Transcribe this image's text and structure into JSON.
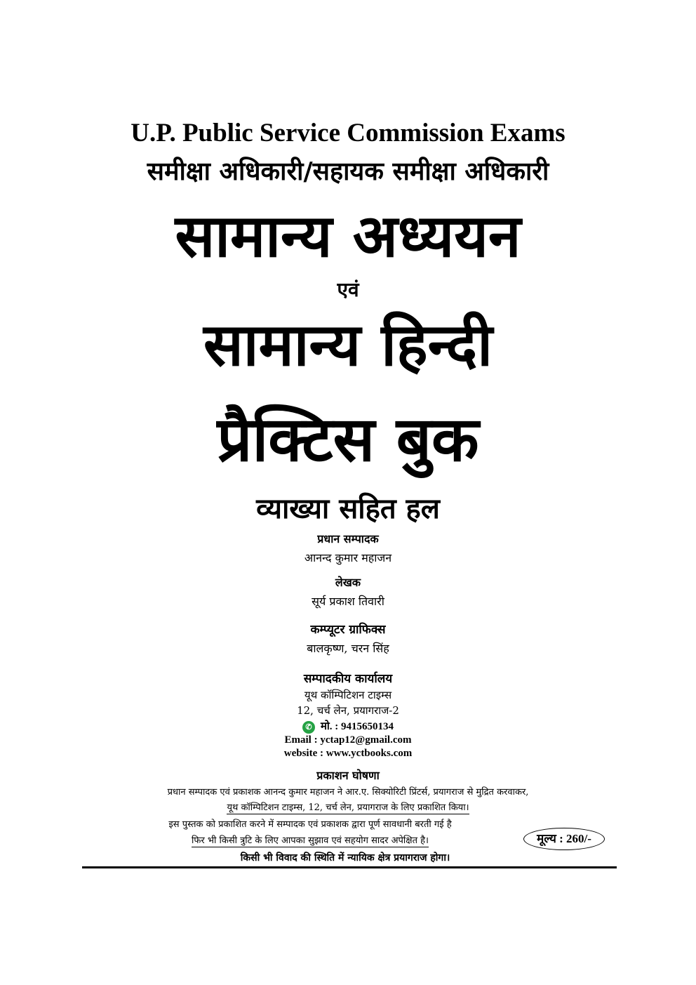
{
  "header": {
    "exam": "U.P. Public Service Commission Exams",
    "post": "समीक्षा अधिकारी/सहायक समीक्षा अधिकारी"
  },
  "title": {
    "line1": "सामान्य अध्ययन",
    "conj": "एवं",
    "line2": "सामान्य हिन्दी",
    "line3": "प्रैक्टिस बुक",
    "subtitle": "व्याख्या सहित हल"
  },
  "credits": {
    "chief_editor_label": "प्रधान सम्पादक",
    "chief_editor": "आनन्द कुमार महाजन",
    "author_label": "लेखक",
    "author": "सूर्य प्रकाश तिवारी",
    "graphics_label": "कम्प्यूटर ग्राफिक्स",
    "graphics": "बालकृष्ण, चरन सिंह",
    "office_label": "सम्पादकीय कार्यालय",
    "office_name": "यूथ कॉम्पिटिशन टाइम्स",
    "office_address": "12, चर्च लेन, प्रयागराज-2",
    "phone": "मो. : 9415650134",
    "email": "Email : yctap12@gmail.com",
    "website": "website : www.yctbooks.com"
  },
  "publication": {
    "label": "प्रकाशन घोषणा",
    "line1": "प्रधान सम्पादक एवं प्रकाशक आनन्द कुमार महाजन ने आर.ए. सिक्योरिटी प्रिंटर्स, प्रयागराज से मुद्रित करवाकर,",
    "line2": "यूथ कॉम्पिटिशन टाइम्स, 12, चर्च लेन, प्रयागराज के लिए प्रकाशित किया।",
    "line3": "इस पुस्तक को प्रकाशित करने में सम्पादक एवं प्रकाशक द्वारा पूर्ण सावधानी बरती गई है",
    "line4": "फिर भी किसी त्रुटि के लिए आपका सुझाव एवं सहयोग सादर अपेक्षित है।",
    "line5": "किसी भी विवाद की स्थिति में न्यायिक क्षेत्र प्रयागराज होगा।",
    "price": "मूल्य : 260/-"
  }
}
